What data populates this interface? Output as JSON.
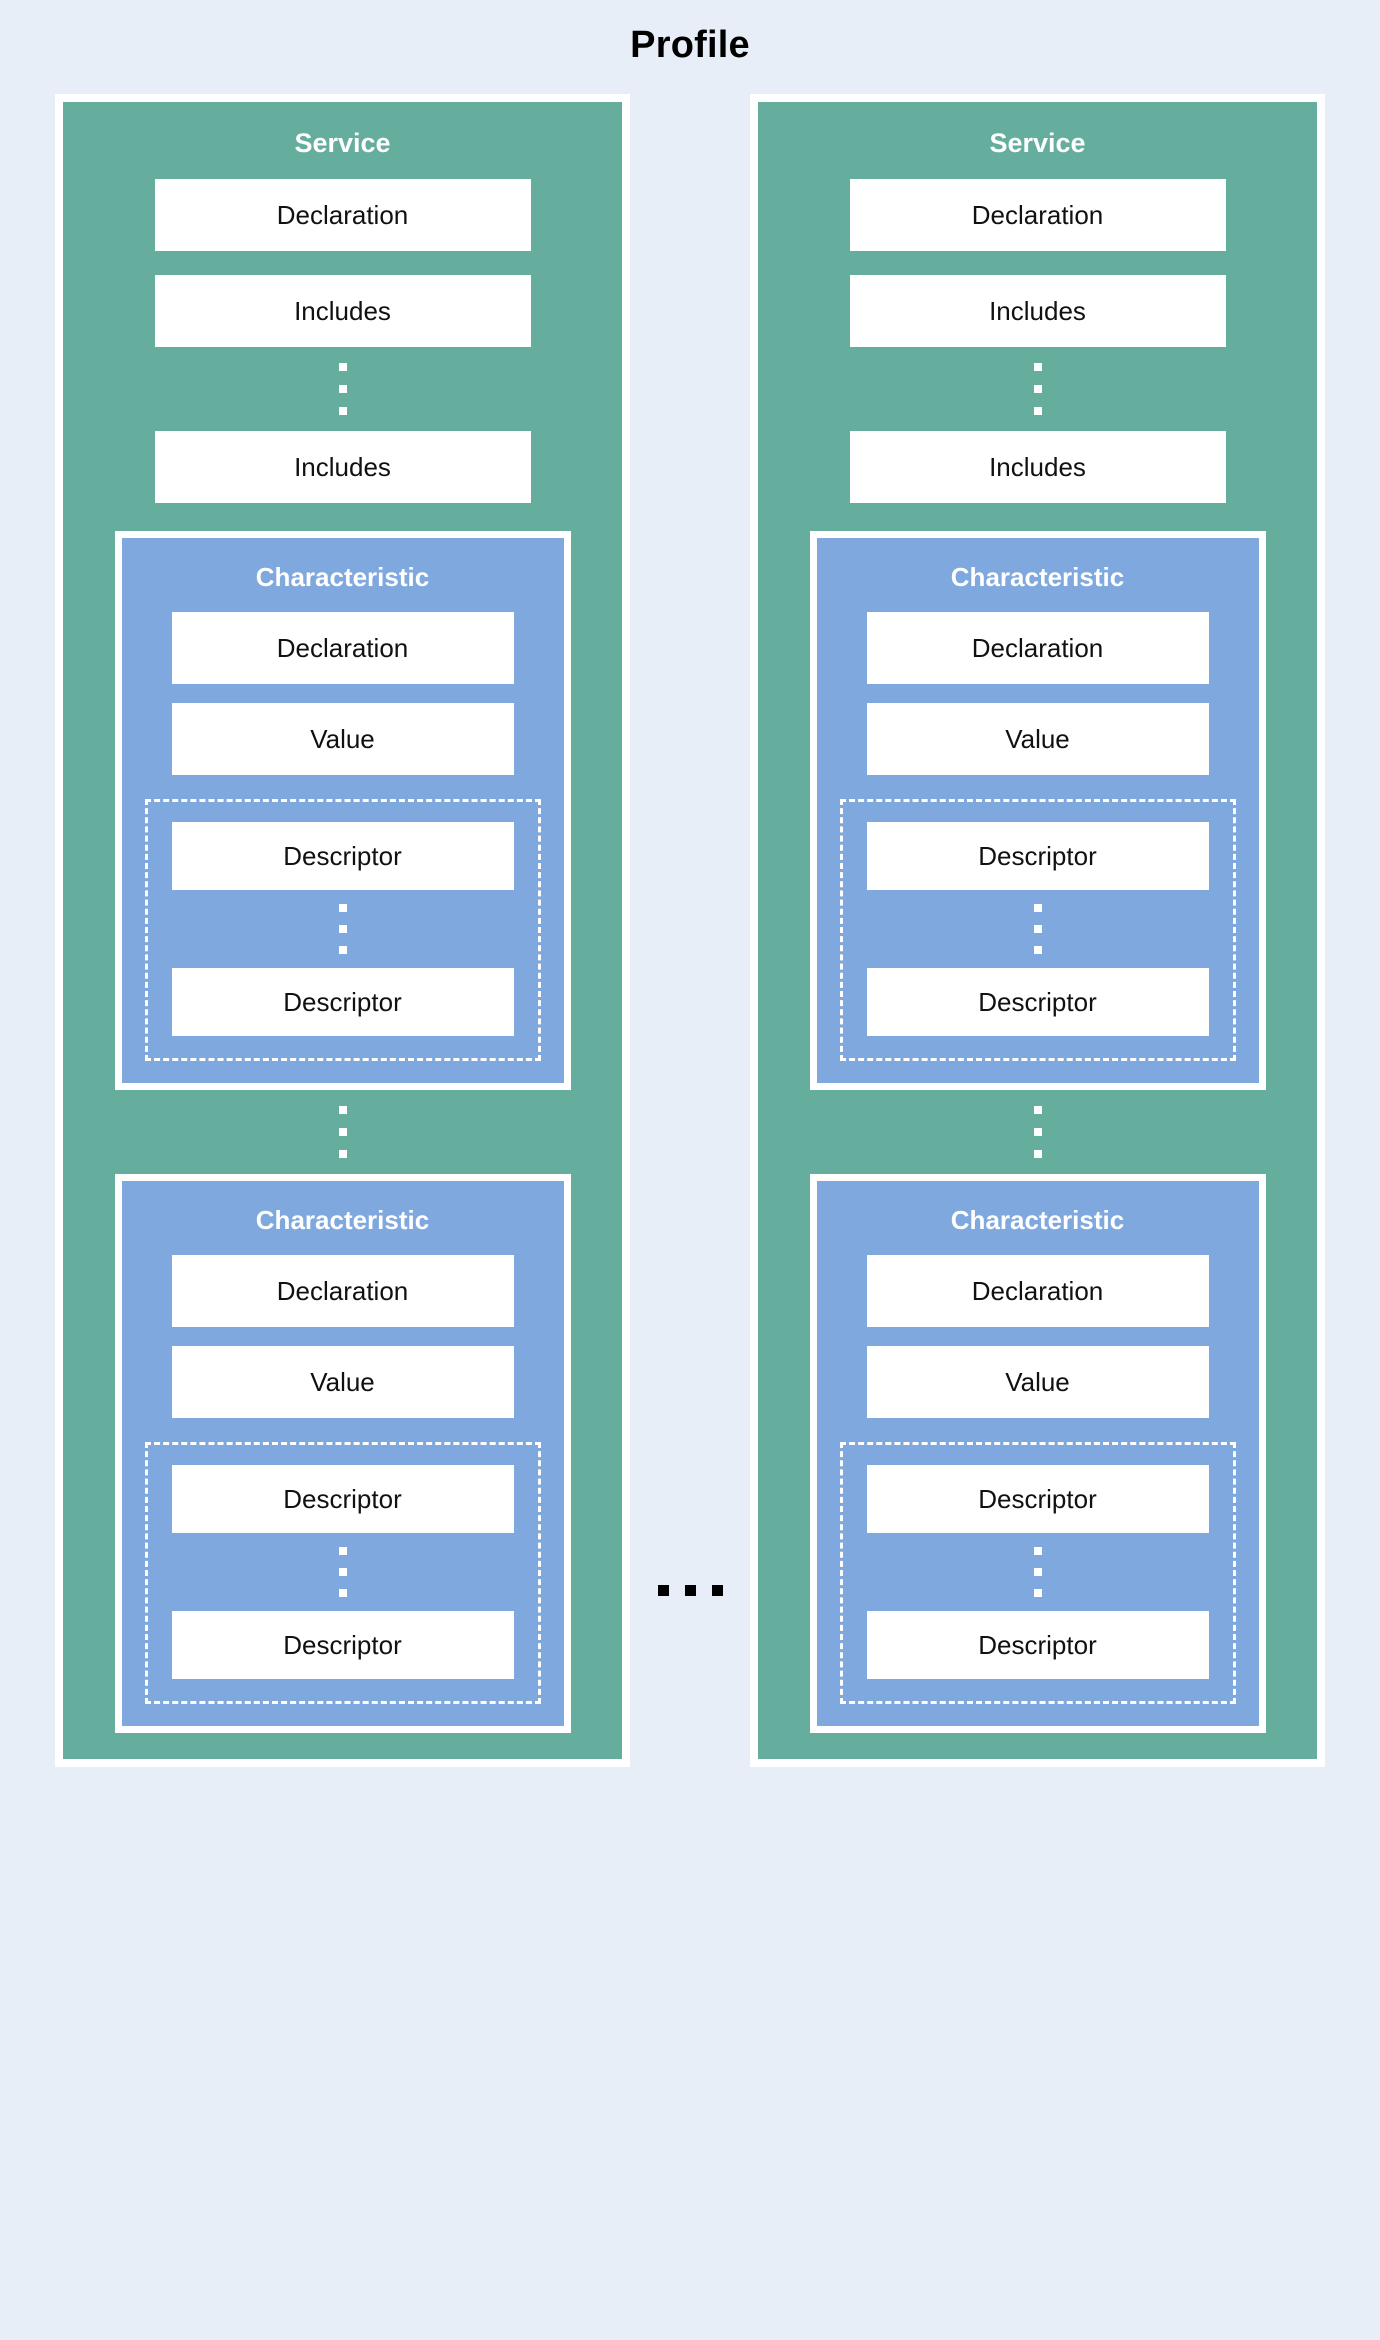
{
  "diagram": {
    "title": "Profile",
    "colors": {
      "background": "#e8eef7",
      "service": "#65ae9d",
      "characteristic": "#7ea8de",
      "leaf": "#ffffff",
      "border": "#ffffff",
      "title_text": "#000000",
      "dots_vertical": "#ffffff",
      "dots_horizontal": "#000000"
    },
    "between_columns_ellipsis": "...",
    "services": [
      {
        "title": "Service",
        "declaration": "Declaration",
        "includes_first": "Includes",
        "includes_ellipsis": "⋮",
        "includes_last": "Includes",
        "characteristics_ellipsis": "⋮",
        "characteristics": [
          {
            "title": "Characteristic",
            "declaration": "Declaration",
            "value": "Value",
            "descriptor_first": "Descriptor",
            "descriptor_ellipsis": "⋮",
            "descriptor_last": "Descriptor"
          },
          {
            "title": "Characteristic",
            "declaration": "Declaration",
            "value": "Value",
            "descriptor_first": "Descriptor",
            "descriptor_ellipsis": "⋮",
            "descriptor_last": "Descriptor"
          }
        ]
      },
      {
        "title": "Service",
        "declaration": "Declaration",
        "includes_first": "Includes",
        "includes_ellipsis": "⋮",
        "includes_last": "Includes",
        "characteristics_ellipsis": "⋮",
        "characteristics": [
          {
            "title": "Characteristic",
            "declaration": "Declaration",
            "value": "Value",
            "descriptor_first": "Descriptor",
            "descriptor_ellipsis": "⋮",
            "descriptor_last": "Descriptor"
          },
          {
            "title": "Characteristic",
            "declaration": "Declaration",
            "value": "Value",
            "descriptor_first": "Descriptor",
            "descriptor_ellipsis": "⋮",
            "descriptor_last": "Descriptor"
          }
        ]
      }
    ]
  }
}
